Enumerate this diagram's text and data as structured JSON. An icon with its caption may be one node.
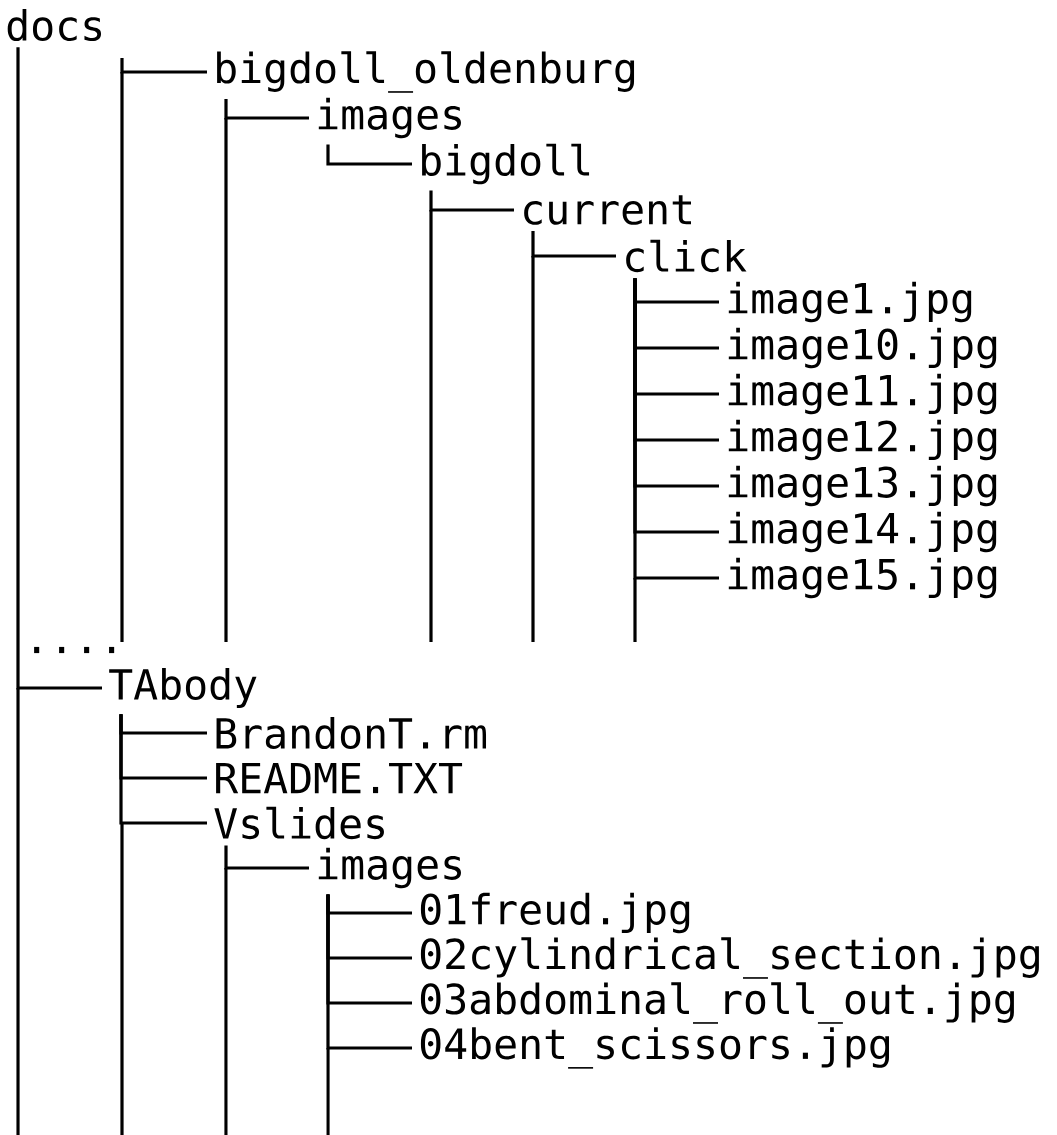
{
  "diagram": {
    "nodes": [
      {
        "text": [
          "docs"
        ]
      },
      {
        "text": [
          "bigdoll_oldenburg"
        ]
      },
      {
        "text": [
          "images"
        ]
      },
      {
        "text": [
          "bigdoll"
        ]
      },
      {
        "text": [
          "current"
        ]
      },
      {
        "text": [
          "click"
        ]
      },
      {
        "text": [
          "image1.jpg"
        ]
      },
      {
        "text": [
          "image10.jpg"
        ]
      },
      {
        "text": [
          "image11.jpg"
        ]
      },
      {
        "text": [
          "image12.jpg"
        ]
      },
      {
        "text": [
          "image13.jpg"
        ]
      },
      {
        "text": [
          "image14.jpg"
        ]
      },
      {
        "text": [
          "image15.jpg"
        ]
      },
      {
        "text": [
          "TAbody"
        ]
      },
      {
        "text": [
          "BrandonT.rm"
        ]
      },
      {
        "text": [
          "README.TXT"
        ]
      },
      {
        "text": [
          "Vslides"
        ]
      },
      {
        "text": [
          "images"
        ]
      },
      {
        "text": [
          "01freud.jpg"
        ]
      },
      {
        "text": [
          "02cylindrical_section.jpg"
        ]
      },
      {
        "text": [
          "03abdominal_roll_out.jpg"
        ]
      },
      {
        "text": [
          "04bent_scissors.jpg"
        ]
      }
    ],
    "edges": [
      {
        "from": null,
        "to": 1,
        "arrow": "none"
      },
      {
        "from": 1,
        "to": 2,
        "arrow": "none"
      },
      {
        "from": 2,
        "to": 3,
        "arrow": "none"
      },
      {
        "from": 3,
        "to": 4,
        "arrow": "none"
      },
      {
        "from": 4,
        "to": 5,
        "arrow": "none"
      },
      {
        "from": 5,
        "to": 6,
        "arrow": "none"
      },
      {
        "from": 5,
        "to": 7,
        "arrow": "none"
      },
      {
        "from": 5,
        "to": 8,
        "arrow": "none"
      },
      {
        "from": 5,
        "to": 9,
        "arrow": "none"
      },
      {
        "from": 5,
        "to": 10,
        "arrow": "none"
      },
      {
        "from": 5,
        "to": 11,
        "arrow": "none"
      },
      {
        "from": 5,
        "to": 12,
        "arrow": "none"
      },
      {
        "from": 0,
        "to": 13,
        "arrow": "none"
      },
      {
        "from": 13,
        "to": 14,
        "arrow": "none"
      },
      {
        "from": 13,
        "to": 15,
        "arrow": "none"
      },
      {
        "from": 13,
        "to": 16,
        "arrow": "none"
      },
      {
        "from": 16,
        "to": 17,
        "arrow": "none"
      },
      {
        "from": 17,
        "to": 18,
        "arrow": "none"
      },
      {
        "from": 17,
        "to": 19,
        "arrow": "none"
      },
      {
        "from": 17,
        "to": 20,
        "arrow": "none"
      },
      {
        "from": 17,
        "to": 21,
        "arrow": "none"
      }
    ],
    "labels": [
      "...."
    ]
  }
}
